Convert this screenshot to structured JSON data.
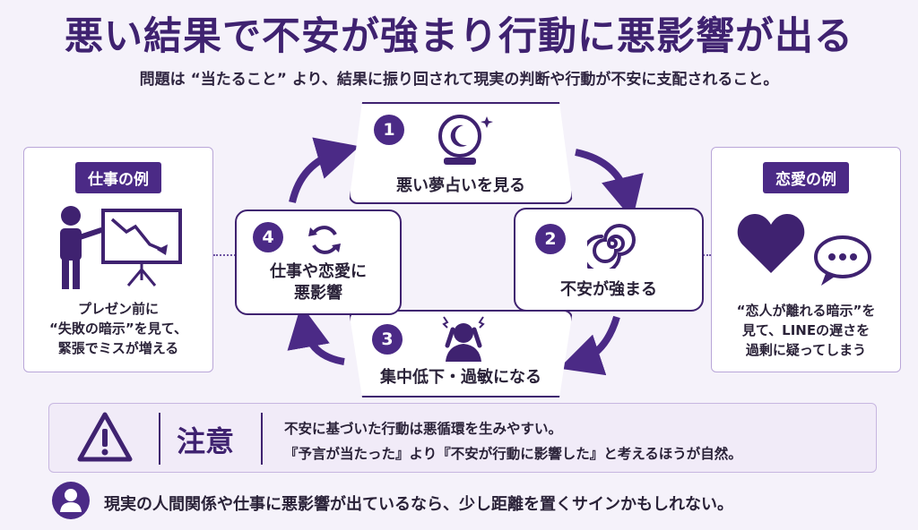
{
  "title": "悪い結果で不安が強まり行動に悪影響が出る",
  "subtitle": "問題は “当たること” より、結果に振り回されて現実の判断や行動が不安に支配されること。",
  "left_card": {
    "tag": "仕事の例",
    "text": "プレゼン前に\n“失敗の暗示”を見て、\n緊張でミスが増える",
    "icon": "presentation-chart-down-icon"
  },
  "right_card": {
    "tag": "恋愛の例",
    "text": "“恋人が離れる暗示”を\n見て、LINEの遅さを\n過剰に疑ってしまう",
    "icons": [
      "heart-icon",
      "chat-bubble-icon"
    ]
  },
  "cycle": [
    {
      "number": "1",
      "label": "悪い夢占いを見る",
      "icon": "crystal-ball-moon-icon"
    },
    {
      "number": "2",
      "label": "不安が強まる",
      "icon": "spiral-icon"
    },
    {
      "number": "3",
      "label": "集中低下・過敏になる",
      "icon": "stressed-person-icon"
    },
    {
      "number": "4",
      "label": "仕事や恋愛に\n悪影響",
      "icon": "cycle-arrows-icon"
    }
  ],
  "warning": {
    "heading": "注意",
    "line1": "不安に基づいた行動は悪循環を生みやすい。",
    "line2": "『予言が当たった』より『不安が行動に影響した』と考えるほうが自然。",
    "icon": "warning-triangle-icon"
  },
  "bottom": {
    "text": "現実の人間関係や仕事に悪影響が出ているなら、少し距離を置くサインかもしれない。",
    "icon": "person-icon"
  },
  "colors": {
    "primary": "#4b2a86",
    "dark": "#3f2270",
    "background": "#f5f2fa",
    "border": "#b9a6d8"
  }
}
